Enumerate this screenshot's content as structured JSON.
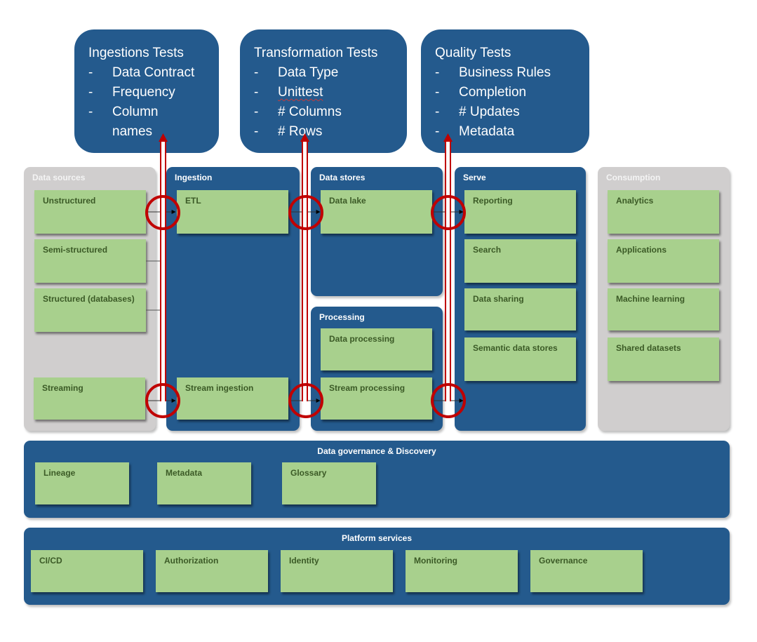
{
  "test_boxes": [
    {
      "title": "Ingestions Tests",
      "items": [
        "Data Contract",
        "Frequency",
        "Column names"
      ]
    },
    {
      "title": "Transformation Tests",
      "items": [
        "Data Type",
        "Unittest",
        "# Columns",
        "# Rows"
      ]
    },
    {
      "title": "Quality Tests",
      "items": [
        "Business Rules",
        "Completion",
        "# Updates",
        "Metadata"
      ]
    }
  ],
  "bullet": "-",
  "columns": {
    "data_sources": {
      "title": "Data sources",
      "items": [
        "Unstructured",
        "Semi-structured",
        "Structured (databases)",
        "Streaming"
      ]
    },
    "ingestion": {
      "title": "Ingestion",
      "items": [
        "ETL",
        "Stream ingestion"
      ]
    },
    "data_stores": {
      "title": "Data stores",
      "items": [
        "Data lake"
      ]
    },
    "processing": {
      "title": "Processing",
      "items": [
        "Data processing",
        "Stream processing"
      ]
    },
    "serve": {
      "title": "Serve",
      "items": [
        "Reporting",
        "Search",
        "Data sharing",
        "Semantic data stores"
      ]
    },
    "consumption": {
      "title": "Consumption",
      "items": [
        "Analytics",
        "Applications",
        "Machine learning",
        "Shared datasets"
      ]
    }
  },
  "governance": {
    "title": "Data governance & Discovery",
    "items": [
      "Lineage",
      "Metadata",
      "Glossary"
    ]
  },
  "platform": {
    "title": "Platform services",
    "items": [
      "CI/CD",
      "Authorization",
      "Identity",
      "Monitoring",
      "Governance"
    ]
  },
  "colors": {
    "panel_blue": "#245a8d",
    "panel_grey": "#d0cece",
    "card_green": "#a8d08d",
    "card_text": "#3b5a26",
    "test_line_red": "#c00000"
  }
}
